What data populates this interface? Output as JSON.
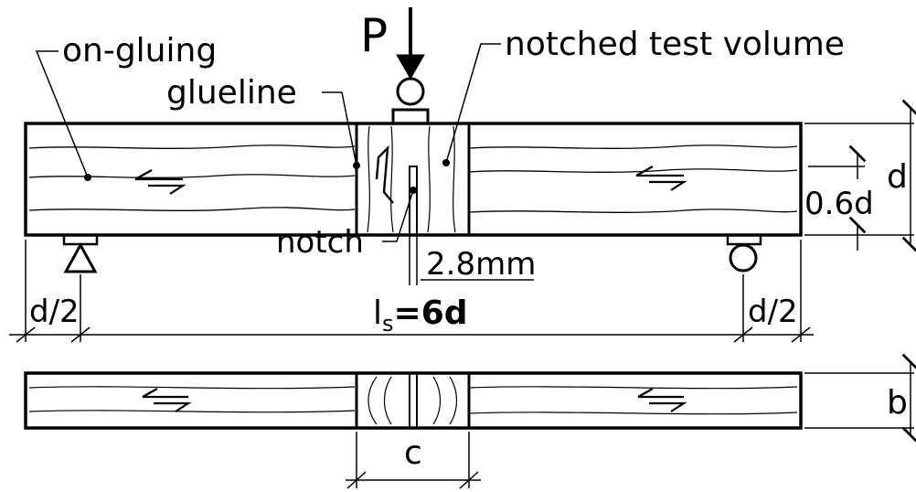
{
  "labels": {
    "load": "P",
    "on_gluing": "on-gluing",
    "glueline": "glueline",
    "notched_test_volume": "notched test volume",
    "notch": "notch",
    "notch_width": "2.8mm",
    "depth": "d",
    "notch_depth": "0.6d",
    "support_left": "d/2",
    "support_right": "d/2",
    "span_l": "l",
    "span_sub": "s",
    "span_eq": "=6d",
    "width": "b",
    "length_c": "c"
  },
  "colors": {
    "ink": "#000000",
    "paper": "#ffffff"
  }
}
